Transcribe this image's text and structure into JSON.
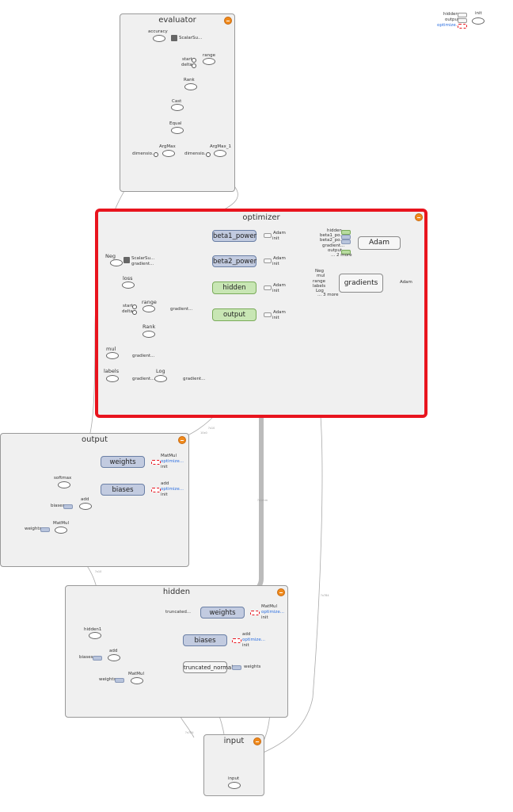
{
  "legend": {
    "hidden": "hidden",
    "output": "output",
    "optimize": "optimize...",
    "init": "init",
    "colors": {
      "metanode": "#c2cbe0",
      "variable": "#c8e6b4",
      "reference": "#e8141e"
    }
  },
  "evaluator": {
    "title": "evaluator",
    "accuracy": "accuracy",
    "scalar": "ScalarSu...",
    "start": "start",
    "delta": "delta",
    "range": "range",
    "rank": "Rank",
    "cast": "Cast",
    "equal": "Equal",
    "argmax": "ArgMax",
    "argmax1": "ArgMax_1",
    "dim1": "dimensio...",
    "dim2": "dimensio..."
  },
  "optimizer": {
    "title": "optimizer",
    "neg": "Neg",
    "scalar": "ScalarSu...",
    "gradient_short": "gradient...",
    "loss": "loss",
    "start": "start",
    "delta": "delta",
    "range": "range",
    "rank": "Rank",
    "mul": "mul",
    "labels": "labels",
    "log": "Log",
    "beta1": "beta1_power",
    "beta2": "beta2_power",
    "hidden": "hidden",
    "output": "output",
    "adam_lbl": "Adam",
    "init_lbl": "init",
    "adam": "Adam",
    "adam_inputs": [
      "hidden",
      "beta1_po...",
      "beta2_po...",
      "gradient...",
      "output",
      "... 2 more"
    ],
    "gradients": "gradients",
    "grad_inputs": [
      "Neg",
      "mul",
      "range",
      "labels",
      "Log",
      "... 3 more"
    ]
  },
  "output_panel": {
    "title": "output",
    "weights": "weights",
    "biases": "biases",
    "w_out": [
      "MatMul",
      "optimize...",
      "init"
    ],
    "b_out": [
      "add",
      "optimize...",
      "init"
    ],
    "softmax": "softmax",
    "add": "add",
    "biases_in": "biases",
    "matmul": "MatMul",
    "weights_in": "weights"
  },
  "hidden_panel": {
    "title": "hidden",
    "weights": "weights",
    "biases": "biases",
    "truncated": "truncated_normal",
    "weights_src": "truncated...",
    "w_out": [
      "MatMul",
      "optimize...",
      "init"
    ],
    "b_out": [
      "add",
      "optimize...",
      "init"
    ],
    "t_out": "weights",
    "hidden1": "hidden1",
    "add": "add",
    "biases_in": "biases",
    "matmul": "MatMul",
    "weights_in": "weights"
  },
  "input_panel": {
    "title": "input",
    "node": "input"
  }
}
